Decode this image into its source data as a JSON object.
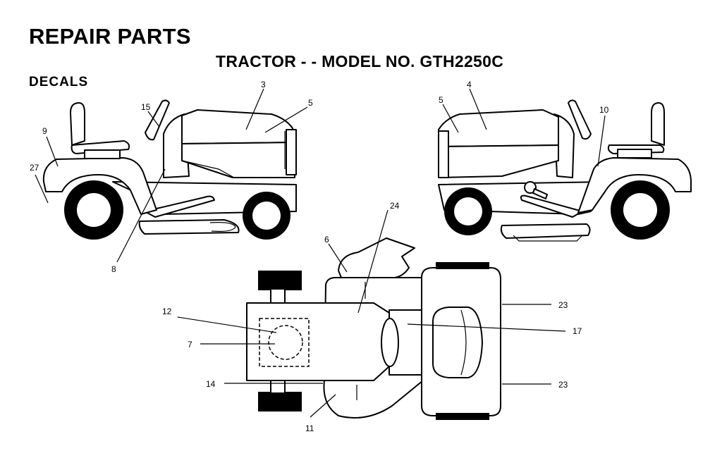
{
  "document": {
    "title": "REPAIR PARTS",
    "subtitle": "TRACTOR - - MODEL NO. GTH2250C",
    "section": "DECALS"
  },
  "callouts": {
    "left_view": [
      "3",
      "5",
      "15",
      "9",
      "27",
      "8"
    ],
    "right_view": [
      "4",
      "5",
      "10"
    ],
    "top_view": [
      "24",
      "6",
      "12",
      "7",
      "14",
      "11",
      "23",
      "17",
      "23"
    ]
  }
}
